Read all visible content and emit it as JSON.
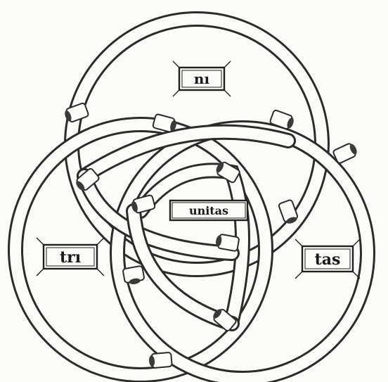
{
  "labels": {
    "top": "nı",
    "center": "unitas",
    "left": "trı",
    "right": "tas"
  },
  "colors": {
    "ink": "#2b2b2b",
    "paper": "#fbfbf8"
  }
}
